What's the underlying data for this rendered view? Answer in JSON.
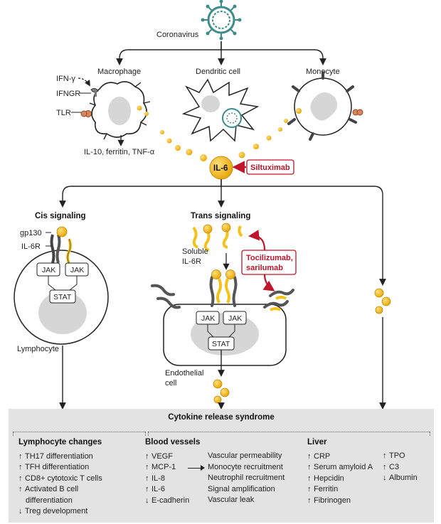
{
  "labels": {
    "coronavirus": "Coronavirus",
    "macrophage": "Macrophage",
    "dendritic_cell": "Dendritic cell",
    "monocyte": "Monocyte",
    "ifn": "IFN-γ",
    "ifngr": "IFNGR",
    "tlr": "TLR",
    "macrophage_out": "IL-10, ferritin, TNF-α",
    "il6": "IL-6",
    "siltuximab": "Siltuximab",
    "cis_signaling": "Cis signaling",
    "trans_signaling": "Trans signaling",
    "gp130": "gp130",
    "il6r": "IL-6R",
    "jak": "JAK",
    "stat": "STAT",
    "lymphocyte": "Lymphocyte",
    "soluble_1": "Soluble",
    "soluble_2": "IL-6R",
    "toci_1": "Tocilizumab,",
    "toci_2": "sarilumab",
    "endothelial_1": "Endothelial",
    "endothelial_2": "cell"
  },
  "panel": {
    "title": "Cytokine release syndrome",
    "lymphocyte": {
      "title": "Lymphocyte changes",
      "items": [
        {
          "dir": "↑",
          "text": "TH17 differentiation"
        },
        {
          "dir": "↑",
          "text": "TFH differentiation"
        },
        {
          "dir": "↑",
          "text": "CD8+ cytotoxic T cells"
        },
        {
          "dir": "↑",
          "text": "Activated B cell"
        },
        {
          "dir": "",
          "text": "differentiation"
        },
        {
          "dir": "↓",
          "text": "Treg development"
        }
      ]
    },
    "blood": {
      "title": "Blood vessels",
      "items": [
        {
          "dir": "↑",
          "text": "VEGF"
        },
        {
          "dir": "↑",
          "text": "MCP-1"
        },
        {
          "dir": "↑",
          "text": "IL-8"
        },
        {
          "dir": "↑",
          "text": "IL-6"
        },
        {
          "dir": "↓",
          "text": "E-cadherin"
        }
      ],
      "effects": [
        "Vascular permeability",
        "Monocyte recruitment",
        "Neutrophil recruitment",
        "Signal amplification",
        "Vascular leak"
      ]
    },
    "liver": {
      "title": "Liver",
      "items": [
        {
          "dir": "↑",
          "text": "CRP"
        },
        {
          "dir": "↑",
          "text": "Serum amyloid A"
        },
        {
          "dir": "↑",
          "text": "Hepcidin"
        },
        {
          "dir": "↑",
          "text": "Ferritin"
        },
        {
          "dir": "↑",
          "text": "Fibrinogen"
        }
      ],
      "items2": [
        {
          "dir": "↑",
          "text": "TPO"
        },
        {
          "dir": "↑",
          "text": "C3"
        },
        {
          "dir": "↓",
          "text": "Albumin"
        }
      ]
    }
  },
  "colors": {
    "il6": "#f2b417",
    "drug_red": "#c0152a",
    "receptor_yellow": "#f3c21b",
    "receptor_gray": "#555555",
    "panel_gray": "#e3e3e3",
    "virus_teal": "#4a9a9a"
  }
}
